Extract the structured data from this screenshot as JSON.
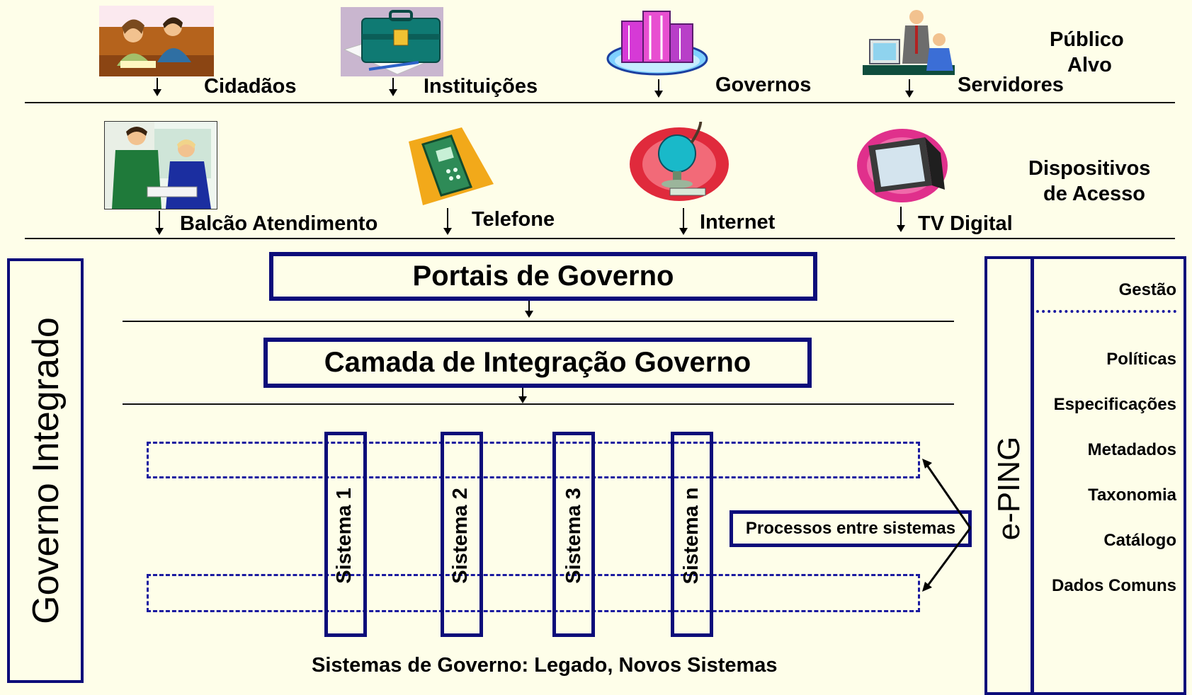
{
  "target_audience": {
    "heading_line1": "Público",
    "heading_line2": "Alvo",
    "items": [
      "Cidadãos",
      "Instituições",
      "Governos",
      "Servidores"
    ]
  },
  "access_devices": {
    "heading_line1": "Dispositivos",
    "heading_line2": "de Acesso",
    "items": [
      "Balcão Atendimento",
      "Telefone",
      "Internet",
      "TV Digital"
    ]
  },
  "layers": {
    "portals": "Portais de Governo",
    "integration": "Camada de Integração Governo"
  },
  "left_panel": {
    "label": "Governo Integrado"
  },
  "systems": [
    "Sistema 1",
    "Sistema 2",
    "Sistema 3",
    "Sistema n"
  ],
  "processes": "Processos entre sistemas",
  "footer": "Sistemas de Governo: Legado, Novos Sistemas",
  "eping": {
    "label": "e-PING",
    "items": [
      "Gestão",
      "Políticas",
      "Especificações",
      "Metadados",
      "Taxonomia",
      "Catálogo",
      "Dados Comuns"
    ]
  },
  "colors": {
    "navy": "#0c0c7a",
    "background": "#fefee9",
    "dashed": "#1a1aa0"
  }
}
